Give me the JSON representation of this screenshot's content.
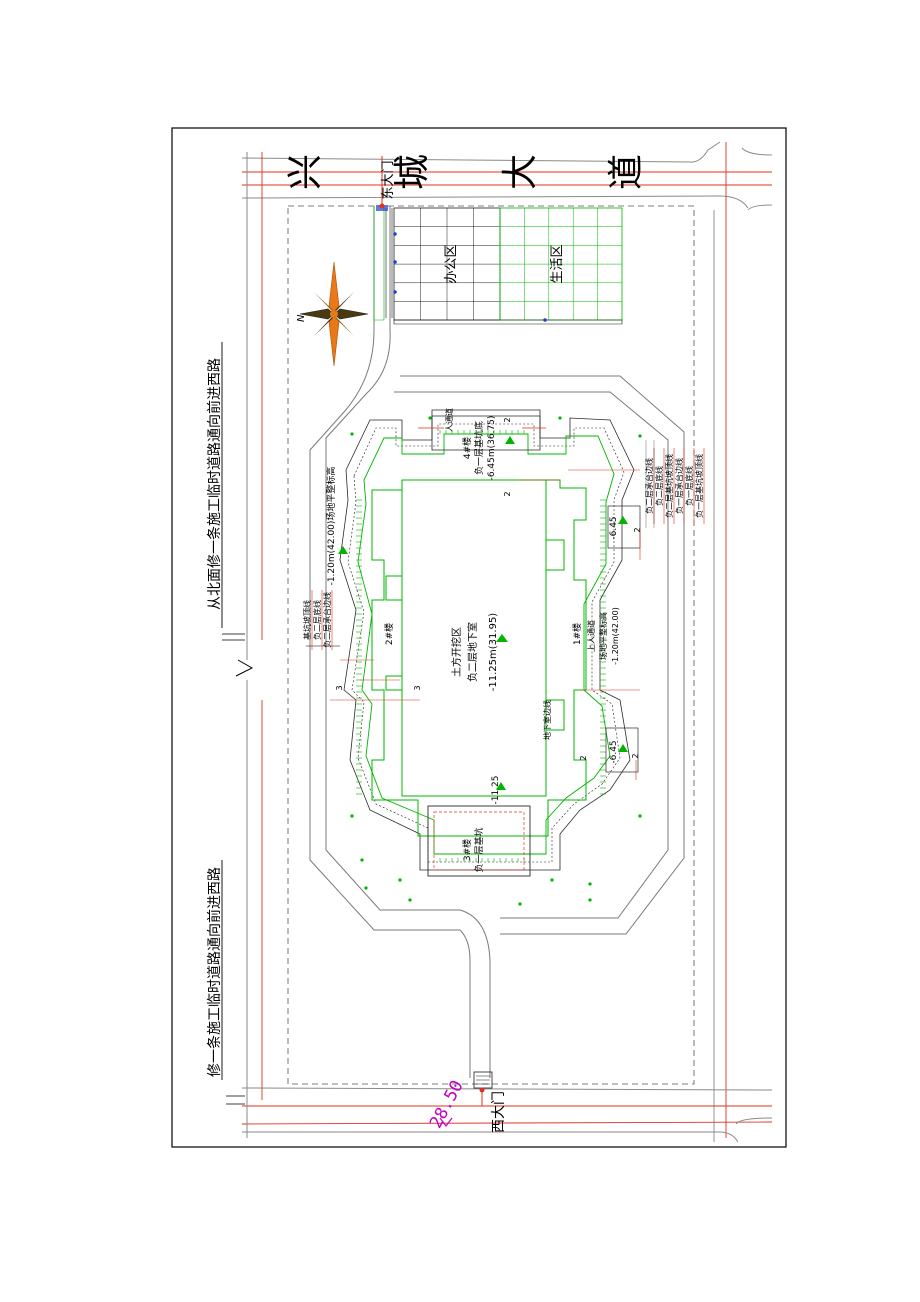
{
  "road": {
    "name_chars": [
      "兴",
      "城",
      "大",
      "道"
    ]
  },
  "gates": {
    "east": "东大门",
    "west": "西大门",
    "west_elevation": "28.50"
  },
  "zones": {
    "office": "办公区",
    "living": "生活区",
    "earthwork": "土方开挖区",
    "basement": "负二层地下室",
    "basement_elev": "-11.25m(31.95)"
  },
  "north_label": "N",
  "notes": {
    "north_road": "从北面修一条施工临时道路通向前进西路",
    "south_road": "修一条施工临时道路通向前进西路"
  },
  "buildings": {
    "b1": "1#楼",
    "b2": "2#楼",
    "b3": "3#楼",
    "b3_sub": "负一层基坑",
    "b4": "4#楼",
    "b4_sub": "负一层基坑底",
    "b4_elev": "-6.45m(36.75)",
    "b4_ramp": "人通道"
  },
  "labels": {
    "basement_edge": "地下室边线",
    "elev_11_25": "-11.25",
    "elev_6_45_a": "-6.45",
    "elev_6_45_b": "-6.45",
    "left_site_elev": "-1.20m(42.00)场地平整标高",
    "right_site_elev_1": "场地平整标高",
    "right_site_elev_2": "-1.20m(42.00)",
    "right_ramp": "上人通道",
    "dim_2": "2",
    "dim_3": "3"
  },
  "legend_left": [
    "基坑坡顶线",
    "负二层底线",
    "负二层承台边线"
  ],
  "legend_right": [
    "负二层承台边线",
    "负二层底线",
    "负二层基坑坡顶线",
    "负一层承台边线",
    "负一层底线",
    "负一层基坑坡顶线"
  ],
  "colors": {
    "frame": "#000000",
    "red": "#e0301e",
    "green": "#00b400",
    "grid": "#1c1c1c",
    "magenta": "#c000c0",
    "gray": "#8a8a8a"
  }
}
